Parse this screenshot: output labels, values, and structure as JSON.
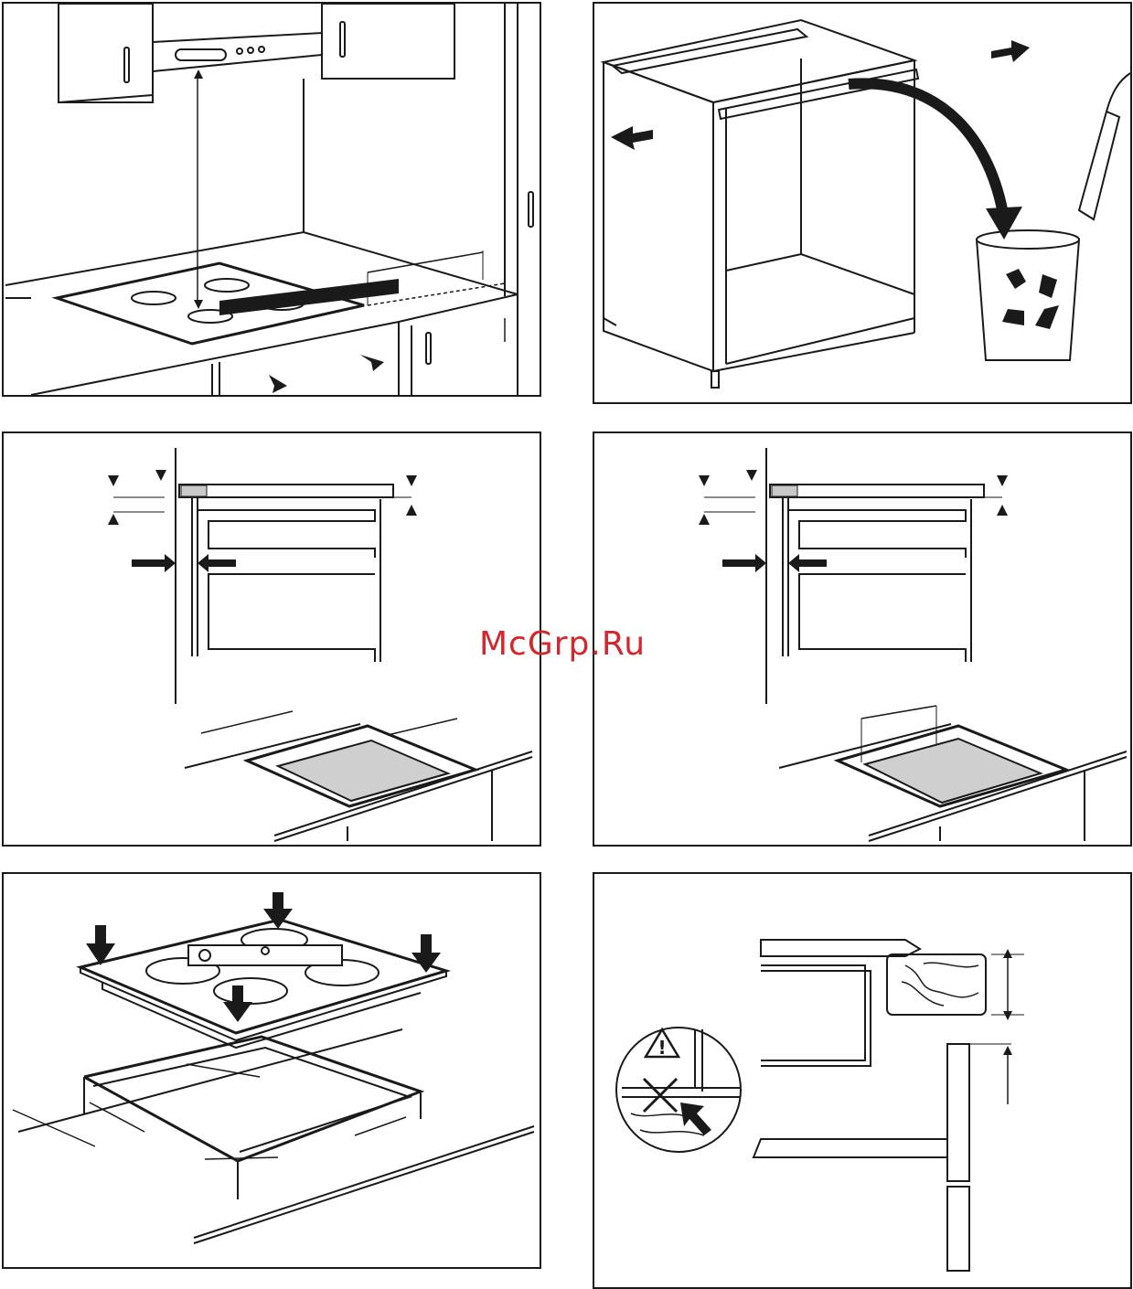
{
  "watermark": {
    "text": "McGrp.Ru",
    "color": "#d4262b"
  },
  "panels": [
    {
      "name": "hob-placement-under-hood",
      "icons": [
        "double-arrow-icon",
        "arrow-icon"
      ]
    },
    {
      "name": "cabinet-rail-removal",
      "icons": [
        "arrow-icon",
        "recycle-icon",
        "waste-bin-icon",
        "hand-icon"
      ]
    },
    {
      "name": "cross-section-with-clearances",
      "icons": [
        "dimension-arrow-icon"
      ]
    },
    {
      "name": "cross-section-alternative",
      "icons": [
        "dimension-arrow-icon"
      ]
    },
    {
      "name": "hob-levelling-and-cutout",
      "icons": [
        "arrow-icon",
        "spirit-level-icon"
      ]
    },
    {
      "name": "worktop-edge-detail",
      "icons": [
        "warning-icon",
        "cross-icon",
        "arrow-icon"
      ]
    }
  ]
}
